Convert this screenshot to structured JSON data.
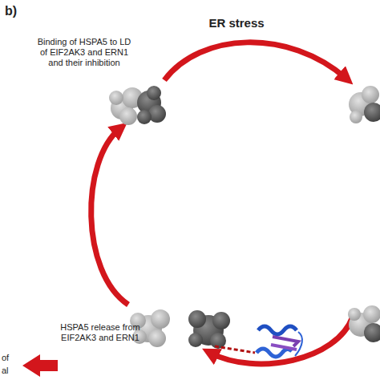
{
  "diagram": {
    "labels": [
      "b)",
      "ER stress",
      "Binding of HSPA5 to LD of EIF2AK3 and ERN1 and their inhibition",
      "HSPA5 release from EIF2AK3 and ERN1",
      "of",
      "al"
    ]
  }
}
